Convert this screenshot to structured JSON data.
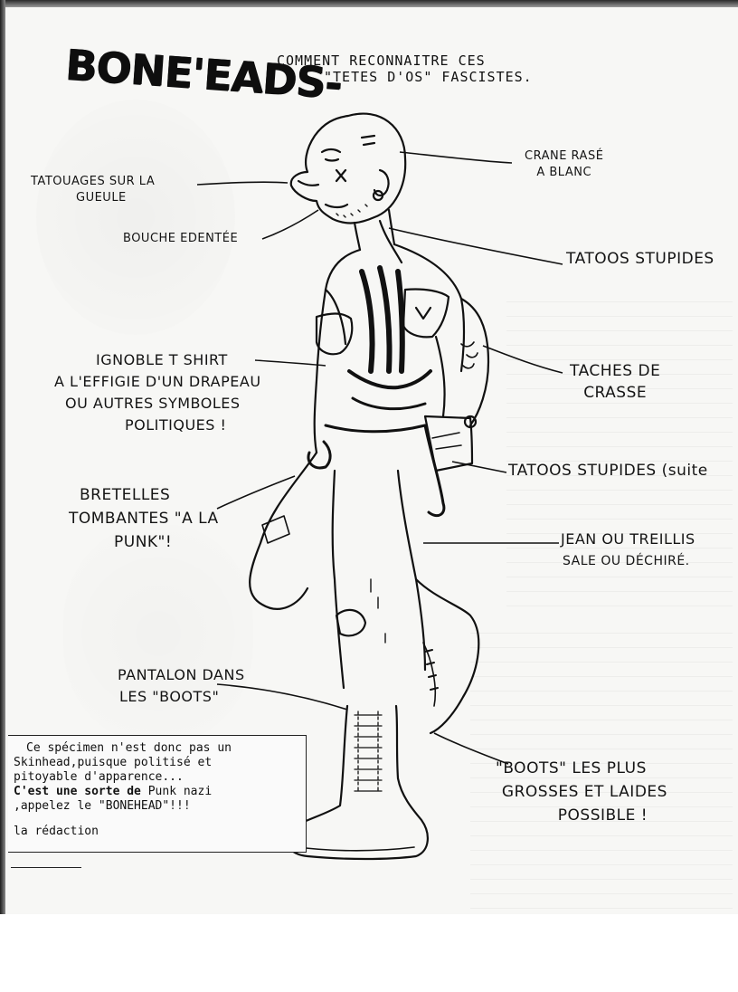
{
  "title": {
    "main": "BONE'EADS",
    "dash": "-",
    "sub_line1": "COMMENT RECONNAITRE CES",
    "sub_line2": "\"TETES D'OS\" FASCISTES."
  },
  "labels": {
    "crane": [
      "CRANE RASÉ",
      "A BLANC"
    ],
    "tatouages": [
      "TATOUAGES SUR LA",
      "GUEULE"
    ],
    "bouche": "BOUCHE EDENTÉE",
    "tatoos1": "TATOOS STUPIDES",
    "tshirt": [
      "IGNOBLE T SHIRT",
      "A L'EFFIGIE D'UN DRAPEAU",
      "OU AUTRES SYMBOLES",
      "POLITIQUES !"
    ],
    "taches": [
      "TACHES DE",
      "CRASSE"
    ],
    "tatoos2": "TATOOS STUPIDES (suite",
    "bretelles": [
      "BRETELLES",
      "TOMBANTES \"A LA",
      "PUNK\"!"
    ],
    "jean": [
      "JEAN OU TREILLIS",
      "SALE OU DÉCHIRÉ."
    ],
    "pantalon": [
      "PANTALON DANS",
      "LES \"BOOTS\""
    ],
    "boots": [
      "\"BOOTS\" LES PLUS",
      "GROSSES ET LAIDES",
      "POSSIBLE !"
    ]
  },
  "note": {
    "line1": "Ce spécimen n'est donc pas un",
    "line2": "Skinhead,puisque politisé et",
    "line3": "pitoyable d'apparence...",
    "line4_bold": "C'est une sorte de",
    "line4_rest": " Punk nazi",
    "line5": ",appelez le \"BONEHEAD\"!!!",
    "signature": "la rédaction"
  },
  "colors": {
    "ink": "#111111",
    "paper": "#f7f7f5"
  }
}
